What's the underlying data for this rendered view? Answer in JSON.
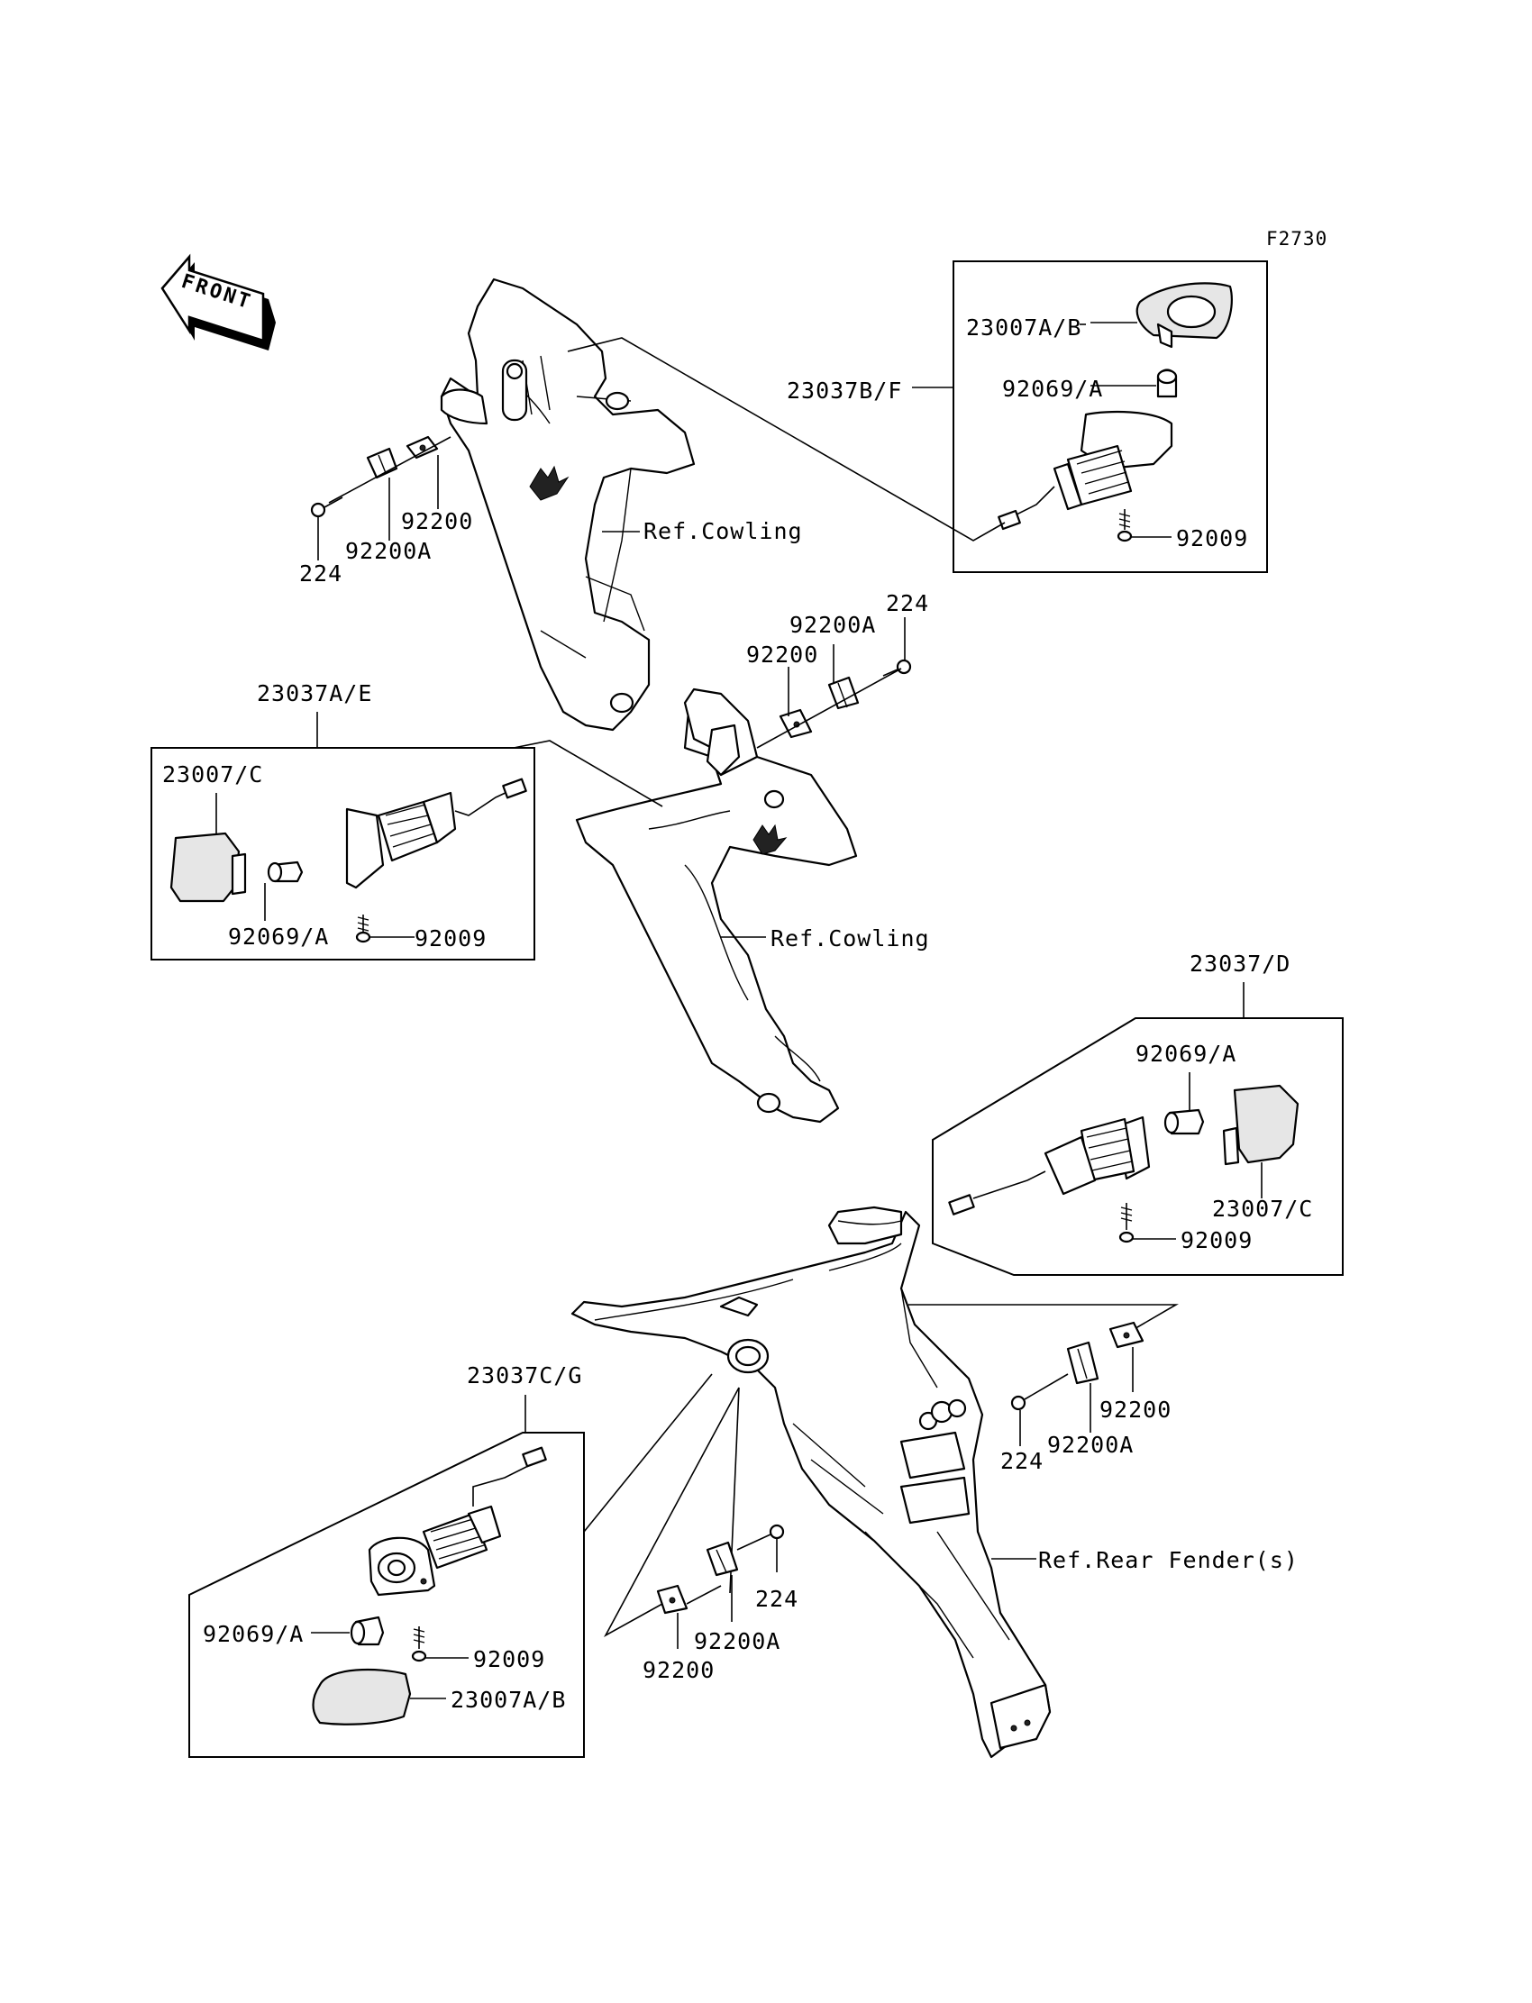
{
  "figure_code": "F2730",
  "front_arrow": {
    "label": "FRONT"
  },
  "labels": {
    "front_right_group": "23037B/F",
    "front_right_lens": "23007A/B",
    "front_right_bulb": "92069/A",
    "front_right_screw": "92009",
    "front_left_group": "23037A/E",
    "front_left_lens": "23007/C",
    "front_left_bulb": "92069/A",
    "front_left_screw": "92009",
    "rear_right_group": "23037/D",
    "rear_right_bulb": "92069/A",
    "rear_right_lens": "23007/C",
    "rear_right_screw": "92009",
    "rear_left_group": "23037C/G",
    "rear_left_bulb": "92069/A",
    "rear_left_screw": "92009",
    "rear_left_lens": "23007A/B",
    "upper_plate": "92200",
    "upper_bracket": "92200A",
    "upper_bolt": "224",
    "mid_plate": "92200",
    "mid_bracket": "92200A",
    "mid_bolt": "224",
    "rr_plate": "92200",
    "rr_bracket": "92200A",
    "rr_bolt": "224",
    "rl_plate": "92200",
    "rl_bracket": "92200A",
    "rl_bolt": "224",
    "ref_cowling_upper": "Ref.Cowling",
    "ref_cowling_mid": "Ref.Cowling",
    "ref_rear_fender": "Ref.Rear Fender(s)"
  }
}
